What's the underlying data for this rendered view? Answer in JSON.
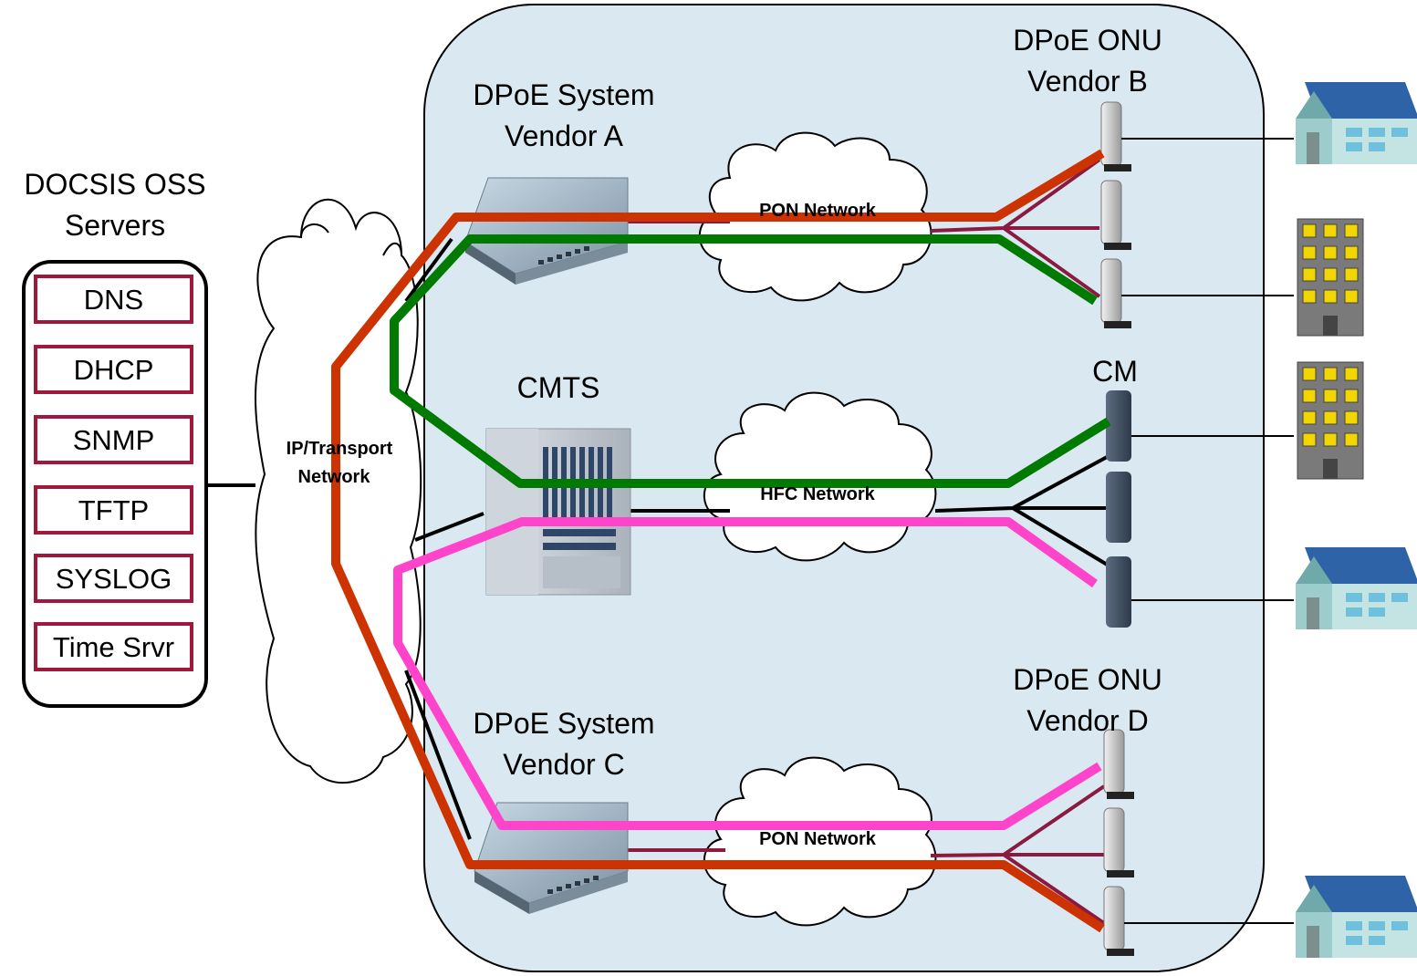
{
  "oss": {
    "title_line1": "DOCSIS OSS",
    "title_line2": "Servers",
    "servers": [
      "DNS",
      "DHCP",
      "SNMP",
      "TFTP",
      "SYSLOG",
      "Time Srvr"
    ]
  },
  "transport": {
    "line1": "IP/Transport",
    "line2": "Network"
  },
  "dpoe_a": {
    "line1": "DPoE System",
    "line2": "Vendor A"
  },
  "dpoe_c": {
    "line1": "DPoE System",
    "line2": "Vendor C"
  },
  "cmts": {
    "label": "CMTS"
  },
  "onu_b": {
    "line1": "DPoE ONU",
    "line2": "Vendor B"
  },
  "onu_d": {
    "line1": "DPoE ONU",
    "line2": "Vendor D"
  },
  "cm": {
    "label": "CM"
  },
  "clouds": {
    "pon_top": "PON Network",
    "hfc": "HFC Network",
    "pon_bottom": "PON Network"
  },
  "colors": {
    "operator_region": "#d9e8f1",
    "server_border": "#a0193c",
    "path_orange": "#cc3300",
    "path_green": "#007a00",
    "path_pink": "#ff44cc",
    "link_maroon": "#8b1a40"
  }
}
